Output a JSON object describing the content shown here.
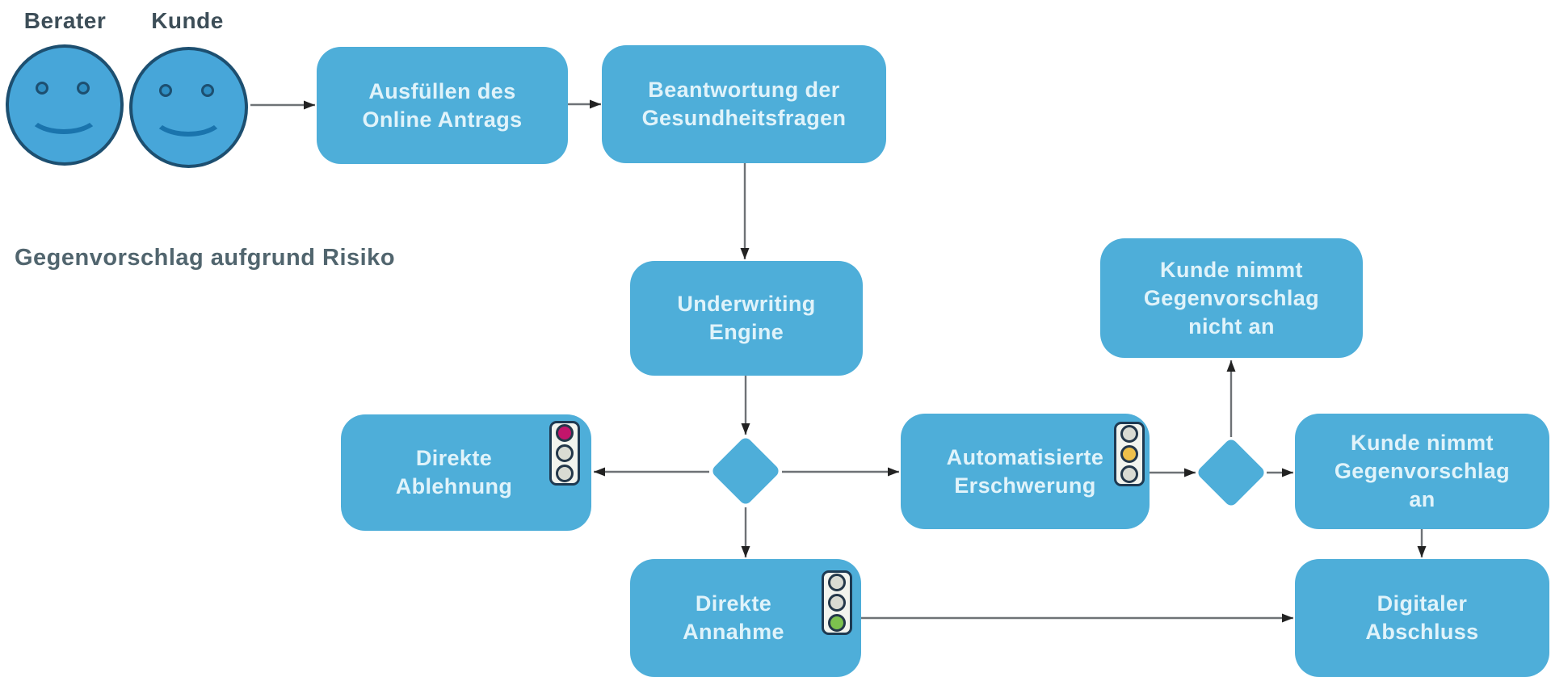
{
  "diagram": {
    "type": "flowchart",
    "language": "de",
    "topic": "Digitaler Underwriting-Prozess"
  },
  "actors": {
    "berater": {
      "label": "Berater"
    },
    "kunde": {
      "label": "Kunde"
    }
  },
  "side_note": "Gegenvorschlag aufgrund Risiko",
  "nodes": {
    "online_antrag": {
      "line1": "Ausfüllen des",
      "line2": "Online Antrags"
    },
    "gesundheitsfragen": {
      "line1": "Beantwortung der",
      "line2": "Gesundheitsfragen"
    },
    "underwriting": {
      "line1": "Underwriting",
      "line2": "Engine"
    },
    "ablehnung": {
      "line1": "Direkte",
      "line2": "Ablehnung",
      "traffic_light": "red"
    },
    "annahme": {
      "line1": "Direkte",
      "line2": "Annahme",
      "traffic_light": "green"
    },
    "erschwerung": {
      "line1": "Automatisierte",
      "line2": "Erschwerung",
      "traffic_light": "amber"
    },
    "gegenvorschlag_abgelehnt": {
      "line1": "Kunde nimmt",
      "line2": "Gegenvorschlag",
      "line3": "nicht an"
    },
    "gegenvorschlag_angenommen": {
      "line1": "Kunde nimmt",
      "line2": "Gegenvorschlag",
      "line3": "an"
    },
    "digitaler_abschluss": {
      "line1": "Digitaler",
      "line2": "Abschluss"
    }
  },
  "edges": [
    {
      "from": "berater_kunde",
      "to": "online_antrag"
    },
    {
      "from": "online_antrag",
      "to": "gesundheitsfragen"
    },
    {
      "from": "gesundheitsfragen",
      "to": "underwriting"
    },
    {
      "from": "underwriting",
      "to": "decision_1"
    },
    {
      "from": "decision_1",
      "to": "ablehnung"
    },
    {
      "from": "decision_1",
      "to": "annahme"
    },
    {
      "from": "decision_1",
      "to": "erschwerung"
    },
    {
      "from": "erschwerung",
      "to": "decision_2"
    },
    {
      "from": "decision_2",
      "to": "gegenvorschlag_abgelehnt"
    },
    {
      "from": "decision_2",
      "to": "gegenvorschlag_angenommen"
    },
    {
      "from": "gegenvorschlag_angenommen",
      "to": "digitaler_abschluss"
    },
    {
      "from": "annahme",
      "to": "digitaler_abschluss"
    }
  ],
  "colors": {
    "node_fill": "#4eaed9",
    "node_text": "#e0f3fa",
    "face_fill": "#47a6d9",
    "face_border": "#1d4f70",
    "face_feature": "#1a74ad",
    "actor_label_text": "#3d4e58",
    "side_note_text": "#51656e",
    "line": "#6e7276",
    "arrowhead": "#222222",
    "light_body": "#f2f4ee",
    "light_border": "#1e3a52",
    "light_red": "#c2156b",
    "light_amber": "#eec04b",
    "light_green": "#7cc24e",
    "light_off": "#d9dbd3"
  }
}
